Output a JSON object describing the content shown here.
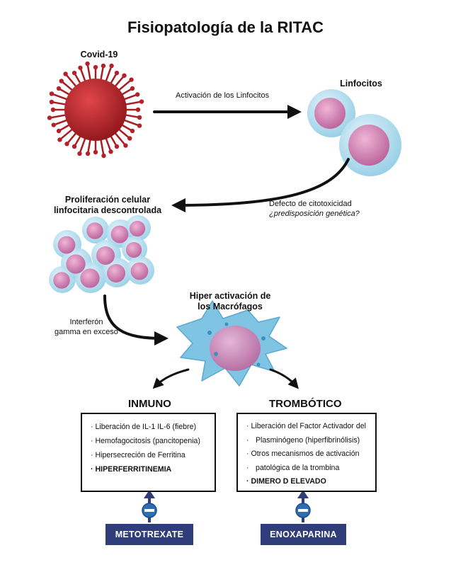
{
  "title": "Fisiopatología de la RITAC",
  "covid_label": "Covid-19",
  "activation_label": "Activación de los Linfocitos",
  "lymphocytes_label": "Linfocitos",
  "cytotoxicity_defect": "Defecto de citotoxicidad",
  "genetic_predisposition": "¿predisposición genética?",
  "proliferation_label": {
    "line1": "Proliferación celular",
    "line2": "linfocitaria descontrolada"
  },
  "macrophage_label": {
    "line1": "Hiper activación de",
    "line2": "los Macrófagos"
  },
  "interferon_label": {
    "line1": "Interferón",
    "line2": "gamma en exceso"
  },
  "branches": {
    "immune": {
      "title": "INMUNO",
      "items": [
        "Liberación de IL-1 IL-6 (fiebre)",
        "Hemofagocitosis (pancitopenia)",
        "Hipersecreción de Ferritina",
        "HIPERFERRITINEMIA"
      ],
      "drug": "METOTREXATE"
    },
    "thrombotic": {
      "title": "TROMBÓTICO",
      "items": [
        "Liberación del Factor Activador del",
        "Plasminógeno (hiperfibrinólisis)",
        "Otros mecanismos de activación",
        "patológica de la trombina",
        "DIMERO D ELEVADO"
      ],
      "drug": "ENOXAPARINA"
    }
  },
  "colors": {
    "virus": "#c0262b",
    "cell_membrane": "#a8d8ec",
    "cell_nucleus": "#d98bb8",
    "macrophage": "#7fc4e3",
    "drug_bg": "#2f3d7a",
    "inhibit_blue": "#2e6db3"
  }
}
